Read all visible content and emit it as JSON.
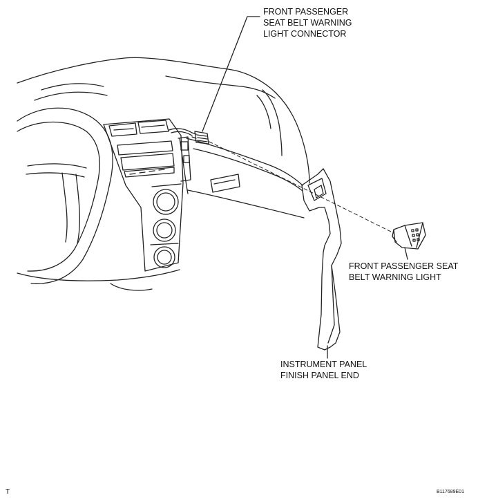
{
  "labels": {
    "connector": [
      "FRONT PASSENGER",
      "SEAT BELT WARNING",
      "LIGHT CONNECTOR"
    ],
    "warning_light": [
      "FRONT PASSENGER SEAT",
      "BELT WARNING LIGHT"
    ],
    "finish_panel": [
      "INSTRUMENT PANEL",
      "FINISH PANEL END"
    ]
  },
  "corner_left": "T",
  "figure_code": "B117689E01"
}
